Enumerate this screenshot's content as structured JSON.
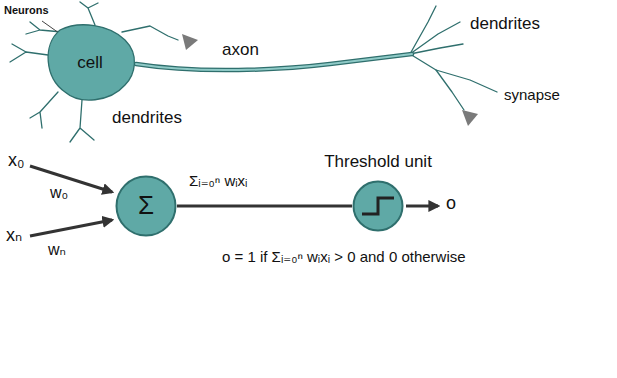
{
  "diagram": {
    "nodes": [
      {
        "text": [
          "cell"
        ]
      },
      {
        "text": [
          "Σ"
        ]
      },
      {
        "text": [
          "Threshold unit"
        ]
      }
    ],
    "edges": [
      {
        "from": 1,
        "to": 2,
        "arrow": "none",
        "label": "Σᵢ₌₀ⁿ wᵢxᵢ"
      }
    ],
    "labels": [
      "Neurons",
      "axon",
      "dendrites",
      "dendrites",
      "synapse",
      "x₀",
      "w₀",
      "xₙ",
      "wₙ",
      "o",
      "o = 1 if Σᵢ₌₀ⁿ wᵢxᵢ > 0 and 0 otherwise"
    ]
  }
}
